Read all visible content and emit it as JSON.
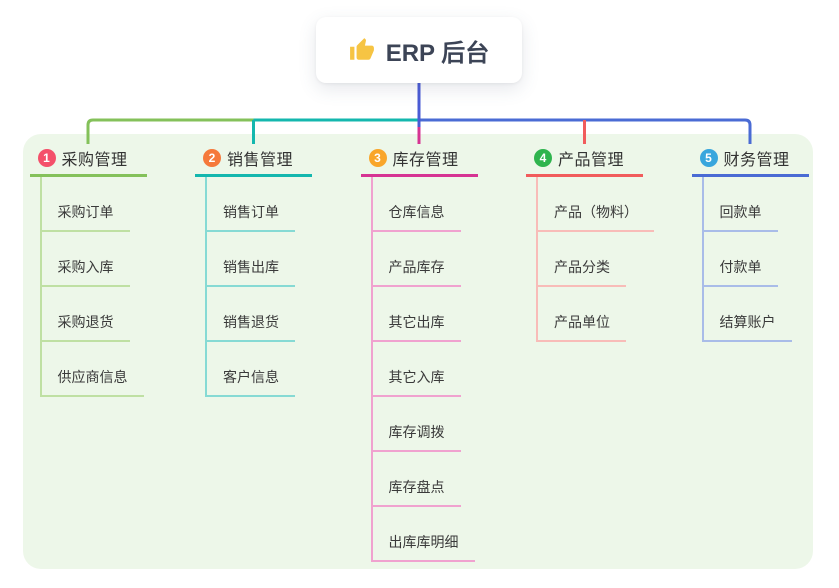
{
  "canvas": {
    "background": "#FFFFFF",
    "panel_background": "#EDF7E9"
  },
  "root": {
    "label": "ERP 后台",
    "icon": "thumbs-up-icon",
    "icon_color": "#F6C443",
    "line_color": "#4A5BD5"
  },
  "branches": [
    {
      "number": "1",
      "title": "采购管理",
      "badge_color": "#F4506A",
      "line_color": "#84C15A",
      "child_line_color": "#BFE0A3",
      "children": [
        "采购订单",
        "采购入库",
        "采购退货",
        "供应商信息"
      ]
    },
    {
      "number": "2",
      "title": "销售管理",
      "badge_color": "#F5793B",
      "line_color": "#14B7AE",
      "child_line_color": "#86DAD4",
      "children": [
        "销售订单",
        "销售出库",
        "销售退货",
        "客户信息"
      ]
    },
    {
      "number": "3",
      "title": "库存管理",
      "badge_color": "#F9A62A",
      "line_color": "#D63493",
      "child_line_color": "#F0A2CF",
      "children": [
        "仓库信息",
        "产品库存",
        "其它出库",
        "其它入库",
        "库存调拨",
        "库存盘点",
        "出库库明细"
      ]
    },
    {
      "number": "4",
      "title": "产品管理",
      "badge_color": "#2FB44E",
      "line_color": "#F15C5C",
      "child_line_color": "#F8BCB8",
      "children": [
        "产品（物料）",
        "产品分类",
        "产品单位"
      ]
    },
    {
      "number": "5",
      "title": "财务管理",
      "badge_color": "#38A6DD",
      "line_color": "#4A6BD4",
      "child_line_color": "#A9BCE8",
      "children": [
        "回款单",
        "付款单",
        "结算账户"
      ]
    }
  ]
}
